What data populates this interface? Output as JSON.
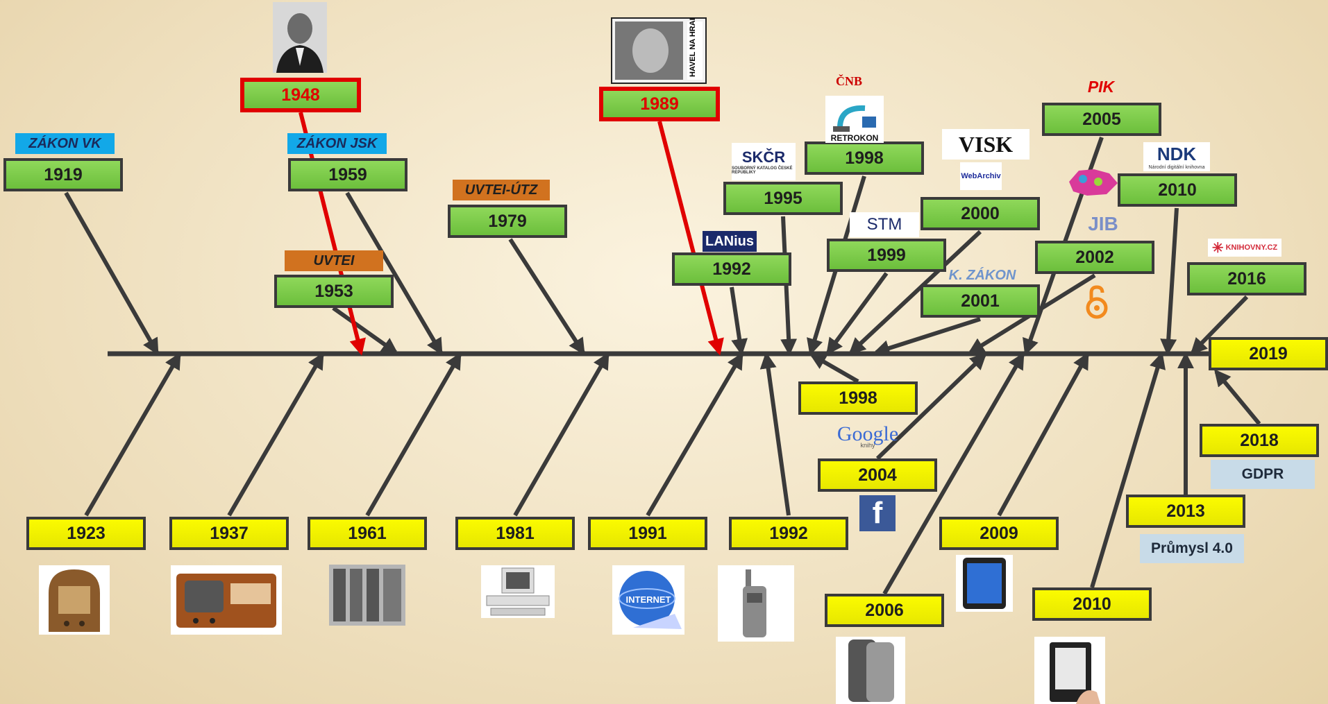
{
  "top_years": {
    "y1919": "1919",
    "y1948": "1948",
    "y1953": "1953",
    "y1959": "1959",
    "y1979": "1979",
    "y1989": "1989",
    "y1992": "1992",
    "y1995": "1995",
    "y1998": "1998",
    "y1999": "1999",
    "y2000": "2000",
    "y2001": "2001",
    "y2002": "2002",
    "y2005": "2005",
    "y2010": "2010",
    "y2016": "2016",
    "y2019": "2019"
  },
  "bottom_years": {
    "y1923": "1923",
    "y1937": "1937",
    "y1961": "1961",
    "y1981": "1981",
    "y1991": "1991",
    "y1992": "1992",
    "y1998": "1998",
    "y2004": "2004",
    "y2006": "2006",
    "y2009": "2009",
    "y2010": "2010",
    "y2013": "2013",
    "y2018": "2018"
  },
  "labels": {
    "zakon_vk": "ZÁKON VK",
    "zakon_jsk": "ZÁKON JSK",
    "uvtei": "UVTEI",
    "uvtei_utz": "UVTEI-ÚTZ",
    "k_zakon": "K. ZÁKON",
    "pik": "PIK",
    "gdpr": "GDPR",
    "prumysl": "Průmysl 4.0"
  },
  "logos": {
    "lanius": "LANius",
    "sicr": "SKČR",
    "sicr_sub": "SOUBORNÝ KATALOG ČESKÉ REPUBLIKY",
    "retrokon": "RETROKON",
    "cnb": "ČNB",
    "stm": "STM",
    "visk": "VISK",
    "webarchiv": "WebArchiv",
    "jib": "JIB",
    "ndk": "NDK",
    "ndk_sub": "Národní digitální knihovna",
    "knihovny": "KNIHOVNY.CZ",
    "google": "Google",
    "google_sub": "knihy",
    "facebook": "f",
    "internet": "INTERNET",
    "havel": "HAVEL NA HRAD"
  },
  "colors": {
    "axis": "#3a3a3a",
    "highlight": "#e00000",
    "green_box": "#7ccb48",
    "yellow_box": "#f2f200"
  }
}
